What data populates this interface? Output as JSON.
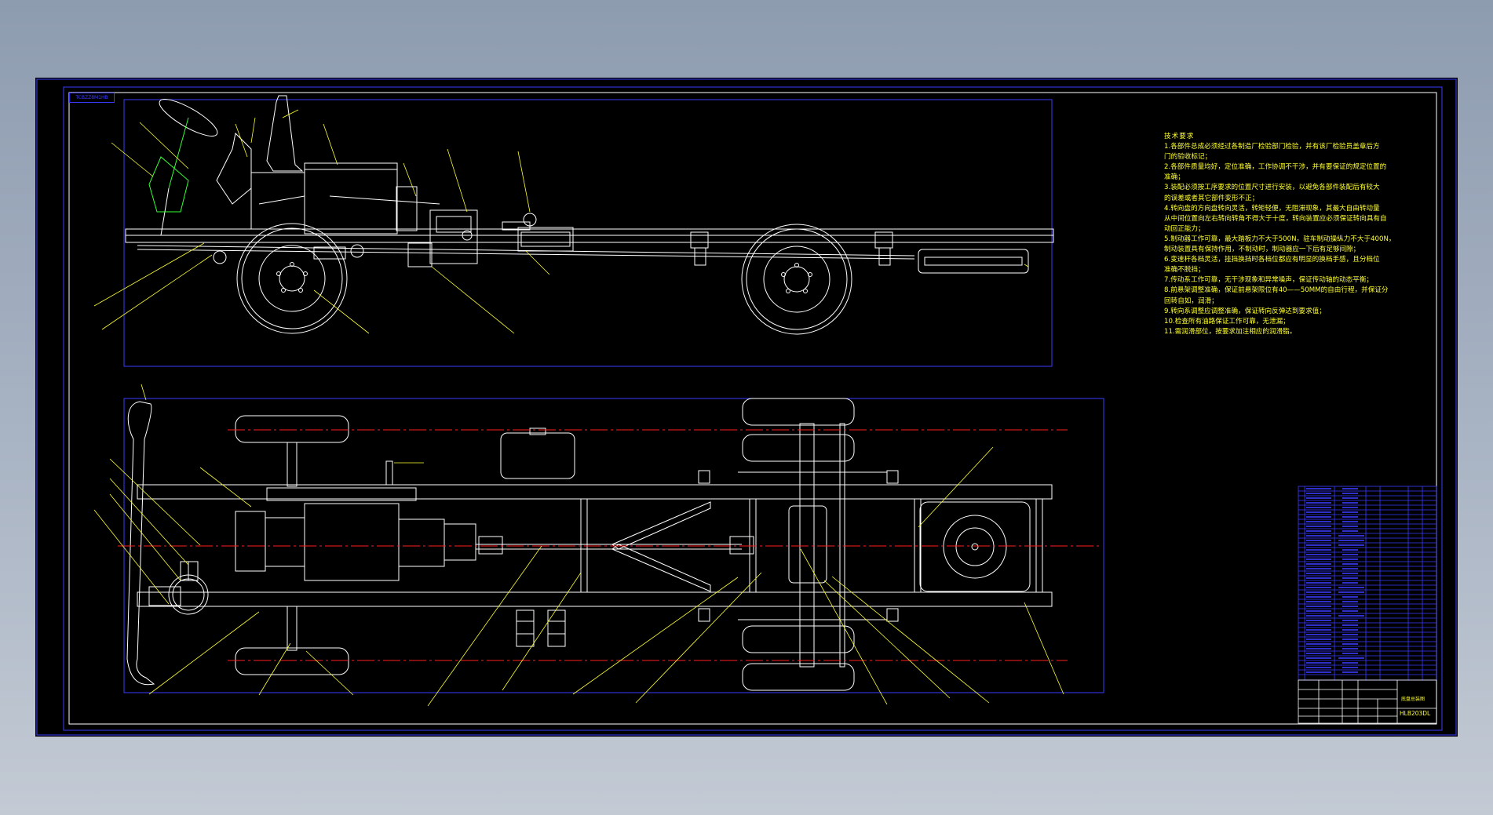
{
  "drawing": {
    "tag_label": "TCBZZ8M1HB",
    "colors": {
      "background": "#000000",
      "outline": "#ffffff",
      "frame": "#3b3bff",
      "centerline": "#ff2020",
      "leader": "#ffff33",
      "steering": "#33ff33"
    }
  },
  "technical_requirements": {
    "title": "技术要求",
    "items": [
      "1.各部件总成必须经过各制造厂检验部门检验，并有该厂检验员盖章后方",
      "门的验收标记；",
      "2.各部件质量均好，定位准确，工作协调不干涉，并有要保证的规定位置的",
      "准确；",
      "3.装配必须按工序要求的位置尺寸进行安装，以避免各部件装配后有较大",
      "的误差或者其它部件变形不正；",
      "4.转向盘的方向盘转向灵活，转矩轻便，无阻滞现象，其最大自由转动量",
      "从中间位置向左右转向转角不得大于十度，转向装置应必须保证转向具有自",
      "动回正能力；",
      "5.制动器工作可靠，最大踏板力不大于500N，驻车制动操纵力不大于400N，",
      "制动装置具有保持作用，不制动时，制动器应一下后有足够间隙；",
      "6.变速杆各档灵活，挂挡换挡时各档位都应有明显的换档手感，且分档位",
      "准确不脱挡；",
      "7.传动系工作可靠，无干涉现象和异常噪声，保证传动轴的动态平衡；",
      "8.前悬架调整准确，保证前悬架限位有40——50MM的自由行程，并保证分",
      "回转自如，润滑；",
      "9.转向系调整应调整准确，保证转向反弹达到要求值；",
      "10.检查所有油路保证工作可靠，无泄漏；",
      "11.需润滑部位，按要求加注相应的润滑脂。"
    ]
  },
  "title_block": {
    "drawing_code": "HLB203DL",
    "drawing_name": "底盘总装图"
  }
}
